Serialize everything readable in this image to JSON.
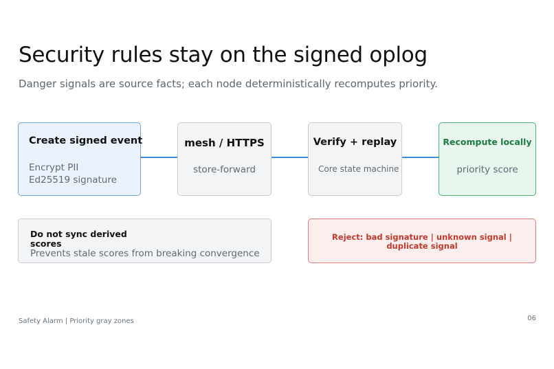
{
  "title": "Security rules stay on the signed oplog",
  "subtitle": "Danger signals are source facts; each node deterministically recomputes priority.",
  "flow": {
    "create": {
      "heading": "Create signed event",
      "line1": "Encrypt PII",
      "line2": "Ed25519 signature"
    },
    "transport": {
      "heading": "mesh / HTTPS",
      "body": "store-forward"
    },
    "verify": {
      "heading": "Verify + replay",
      "body": "Core state machine"
    },
    "recompute": {
      "heading": "Recompute locally",
      "body": "priority score"
    }
  },
  "notes": {
    "no_sync": {
      "heading": "Do not sync derived scores",
      "body": "Prevents stale scores from breaking convergence"
    },
    "reject": {
      "text": "Reject: bad signature | unknown signal | duplicate signal"
    }
  },
  "footer": {
    "left": "Safety Alarm | Priority gray zones",
    "page": "06"
  },
  "colors": {
    "connector": "#3d8bd9",
    "start_border": "#6aa5e0",
    "ok_border": "#4fb276",
    "reject_text": "#c0392b"
  }
}
